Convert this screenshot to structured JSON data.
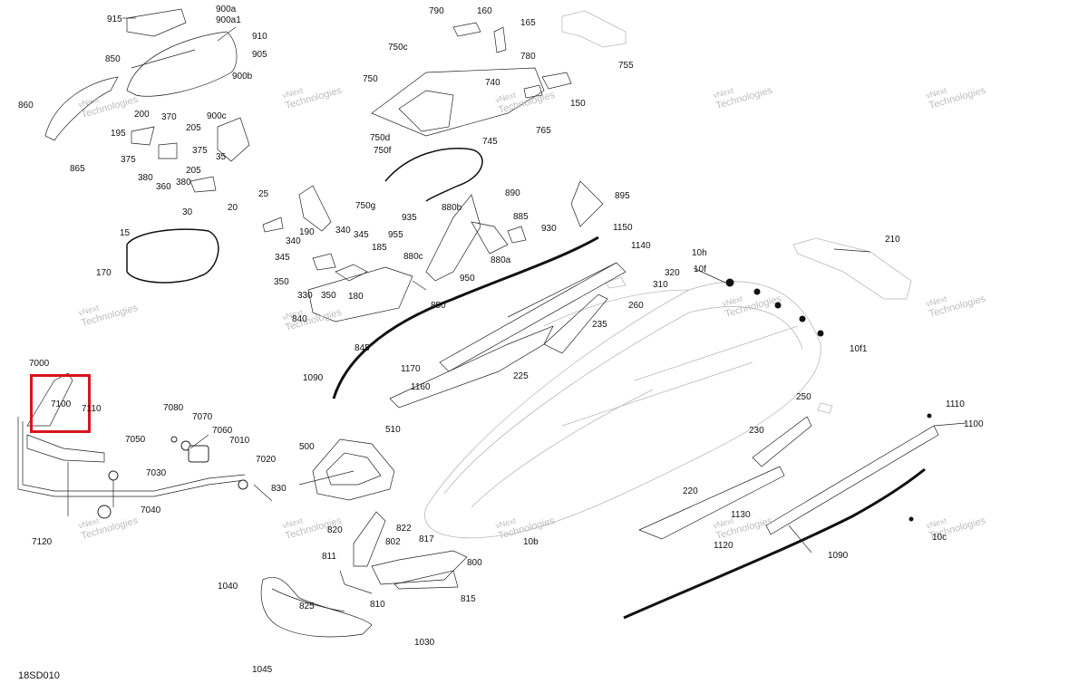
{
  "diagram": {
    "code": "18SD010",
    "highlight_color": "#d8141c",
    "watermark": {
      "line1": "vNext",
      "line2": "Technologies"
    },
    "labels": [
      "915",
      "900a",
      "900a1",
      "910",
      "905",
      "900b",
      "900c",
      "850",
      "860",
      "865",
      "200",
      "370",
      "205",
      "195",
      "375",
      "375",
      "380",
      "360",
      "380",
      "205",
      "35",
      "30",
      "15",
      "170",
      "25",
      "20",
      "190",
      "340",
      "340",
      "345",
      "345",
      "185",
      "350",
      "330",
      "350",
      "180",
      "840",
      "845",
      "850",
      "790",
      "160",
      "165",
      "755",
      "750c",
      "780",
      "740",
      "750",
      "150",
      "765",
      "750d",
      "750f",
      "745",
      "750g",
      "890",
      "895",
      "880b",
      "935",
      "885",
      "930",
      "955",
      "880c",
      "880a",
      "950",
      "1150",
      "1140",
      "10h",
      "10f",
      "320",
      "310",
      "260",
      "235",
      "210",
      "1170",
      "1160",
      "225",
      "10f1",
      "1090",
      "7000",
      "7100",
      "7110",
      "7080",
      "7070",
      "7060",
      "7010",
      "7050",
      "7030",
      "7020",
      "7040",
      "7120",
      "500",
      "510",
      "830",
      "820",
      "822",
      "802",
      "817",
      "811",
      "800",
      "810",
      "815",
      "1040",
      "825",
      "1030",
      "1045",
      "250",
      "1110",
      "1100",
      "230",
      "220",
      "1130",
      "1120",
      "1090",
      "10b",
      "10c"
    ]
  }
}
